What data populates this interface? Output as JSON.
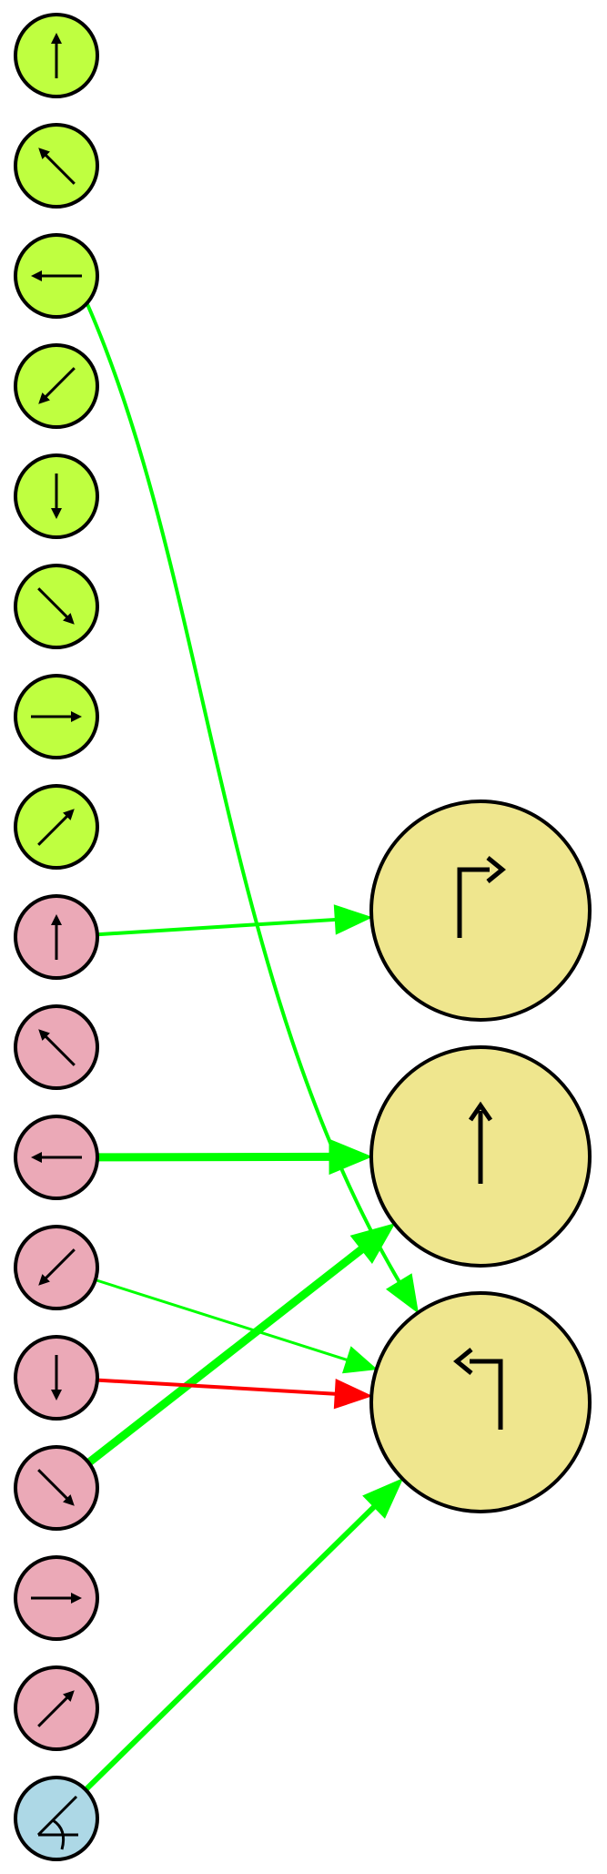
{
  "colors": {
    "background": "#ffffff",
    "input_green": "#bfff40",
    "input_pink": "#eba9b7",
    "input_blue": "#add8e6",
    "output_yellow": "#efe68e",
    "stroke": "#000000",
    "edge_green": "#00ff00",
    "edge_red": "#ff0000"
  },
  "inputs": [
    {
      "id": "g-up",
      "icon": "arrow-up-icon",
      "group": "green",
      "fill_key": "input_green"
    },
    {
      "id": "g-upleft",
      "icon": "arrow-up-left-icon",
      "group": "green",
      "fill_key": "input_green"
    },
    {
      "id": "g-left",
      "icon": "arrow-left-icon",
      "group": "green",
      "fill_key": "input_green"
    },
    {
      "id": "g-downleft",
      "icon": "arrow-down-left-icon",
      "group": "green",
      "fill_key": "input_green"
    },
    {
      "id": "g-down",
      "icon": "arrow-down-icon",
      "group": "green",
      "fill_key": "input_green"
    },
    {
      "id": "g-downright",
      "icon": "arrow-down-right-icon",
      "group": "green",
      "fill_key": "input_green"
    },
    {
      "id": "g-right",
      "icon": "arrow-right-icon",
      "group": "green",
      "fill_key": "input_green"
    },
    {
      "id": "g-upright",
      "icon": "arrow-up-right-icon",
      "group": "green",
      "fill_key": "input_green"
    },
    {
      "id": "p-up",
      "icon": "arrow-up-icon",
      "group": "pink",
      "fill_key": "input_pink"
    },
    {
      "id": "p-upleft",
      "icon": "arrow-up-left-icon",
      "group": "pink",
      "fill_key": "input_pink"
    },
    {
      "id": "p-left",
      "icon": "arrow-left-icon",
      "group": "pink",
      "fill_key": "input_pink"
    },
    {
      "id": "p-downleft",
      "icon": "arrow-down-left-icon",
      "group": "pink",
      "fill_key": "input_pink"
    },
    {
      "id": "p-down",
      "icon": "arrow-down-icon",
      "group": "pink",
      "fill_key": "input_pink"
    },
    {
      "id": "p-downright",
      "icon": "arrow-down-right-icon",
      "group": "pink",
      "fill_key": "input_pink"
    },
    {
      "id": "p-right",
      "icon": "arrow-right-icon",
      "group": "pink",
      "fill_key": "input_pink"
    },
    {
      "id": "p-upright",
      "icon": "arrow-up-right-icon",
      "group": "pink",
      "fill_key": "input_pink"
    },
    {
      "id": "b-angle",
      "icon": "angle-icon",
      "group": "blue",
      "fill_key": "input_blue"
    }
  ],
  "outputs": [
    {
      "id": "o-turn-right",
      "icon": "turn-right-icon"
    },
    {
      "id": "o-straight",
      "icon": "straight-up-icon"
    },
    {
      "id": "o-turn-left",
      "icon": "turn-left-icon"
    }
  ],
  "edges": [
    {
      "from": "p-up",
      "to": "o-turn-right",
      "color_key": "edge_green",
      "weight": "thin",
      "shape": "straight"
    },
    {
      "from": "p-left",
      "to": "o-straight",
      "color_key": "edge_green",
      "weight": "thick",
      "shape": "straight"
    },
    {
      "from": "p-downright",
      "to": "o-straight",
      "color_key": "edge_green",
      "weight": "thick",
      "shape": "straight"
    },
    {
      "from": "g-left",
      "to": "o-turn-left",
      "color_key": "edge_green",
      "weight": "thin",
      "shape": "curve"
    },
    {
      "from": "p-downleft",
      "to": "o-turn-left",
      "color_key": "edge_green",
      "weight": "hair",
      "shape": "straight"
    },
    {
      "from": "p-down",
      "to": "o-turn-left",
      "color_key": "edge_red",
      "weight": "thin",
      "shape": "straight"
    },
    {
      "from": "b-angle",
      "to": "o-turn-left",
      "color_key": "edge_green",
      "weight": "medium",
      "shape": "straight"
    }
  ]
}
